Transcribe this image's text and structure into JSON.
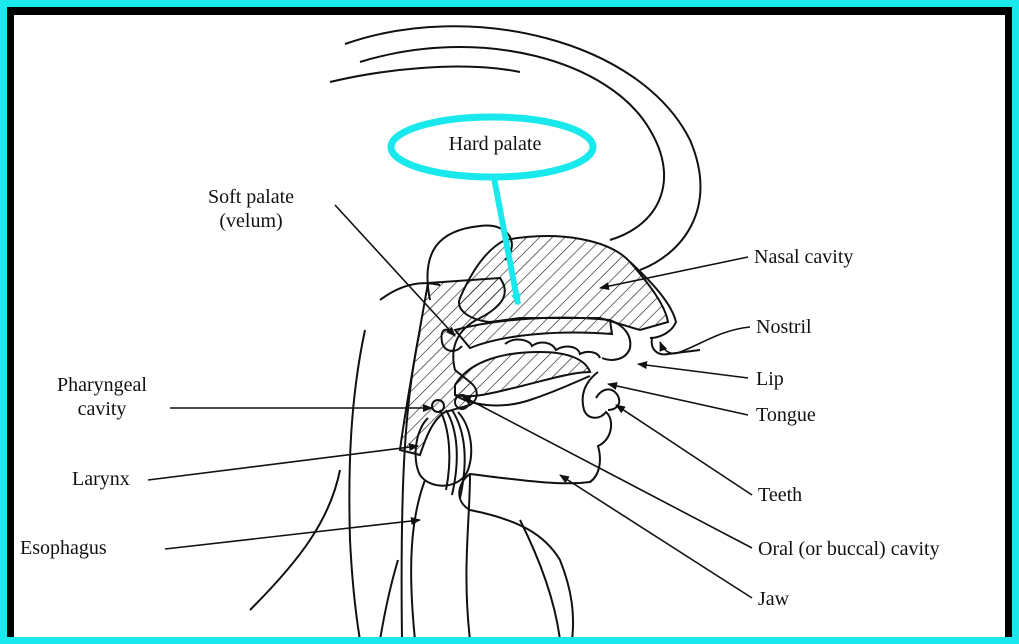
{
  "labels": {
    "hard_palate": "Hard palate",
    "soft_palate_line1": "Soft palate",
    "soft_palate_line2": "(velum)",
    "nasal_cavity": "Nasal cavity",
    "nostril": "Nostril",
    "lip": "Lip",
    "tongue": "Tongue",
    "teeth": "Teeth",
    "oral_cavity": "Oral (or buccal) cavity",
    "jaw": "Jaw",
    "pharyngeal_line1": "Pharyngeal",
    "pharyngeal_line2": "cavity",
    "larynx": "Larynx",
    "esophagus": "Esophagus"
  },
  "colors": {
    "frame": "#19e8ec",
    "highlight": "#19e8ec",
    "ink": "#111111",
    "background": "#000000"
  }
}
